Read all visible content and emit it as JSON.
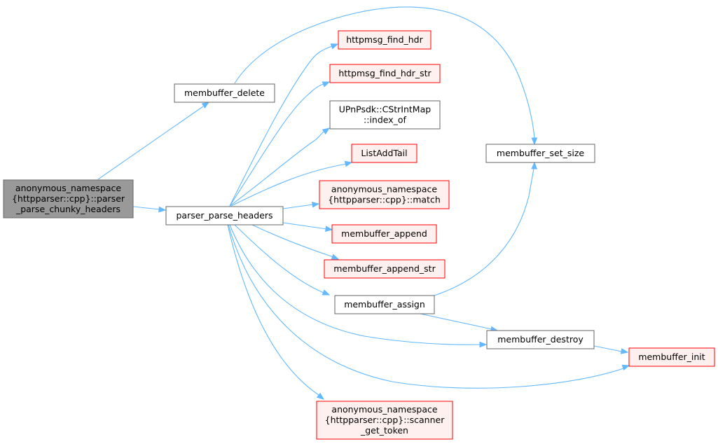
{
  "colors": {
    "edge": "#63b8ff",
    "root_fill": "#999999",
    "root_stroke": "#666666",
    "plain_fill": "#ffffff",
    "plain_stroke": "#666666",
    "ext_fill": "#fff0f0",
    "ext_stroke": "#ff0000"
  },
  "nodes": {
    "root": {
      "lines": [
        "anonymous_namespace",
        "{httpparser::cpp}::parser",
        "_parse_chunky_headers"
      ],
      "style": "root"
    },
    "membuffer_delete": {
      "lines": [
        "membuffer_delete"
      ],
      "style": "plain"
    },
    "parser_parse_headers": {
      "lines": [
        "parser_parse_headers"
      ],
      "style": "plain"
    },
    "httpmsg_find_hdr": {
      "lines": [
        "httpmsg_find_hdr"
      ],
      "style": "ext"
    },
    "httpmsg_find_hdr_str": {
      "lines": [
        "httpmsg_find_hdr_str"
      ],
      "style": "ext"
    },
    "cstrintmap_index_of": {
      "lines": [
        "UPnPsdk::CStrIntMap",
        "::index_of"
      ],
      "style": "plain"
    },
    "listaddtail": {
      "lines": [
        "ListAddTail"
      ],
      "style": "ext"
    },
    "match": {
      "lines": [
        "anonymous_namespace",
        "{httpparser::cpp}::match"
      ],
      "style": "ext"
    },
    "membuffer_append": {
      "lines": [
        "membuffer_append"
      ],
      "style": "ext"
    },
    "membuffer_append_str": {
      "lines": [
        "membuffer_append_str"
      ],
      "style": "ext"
    },
    "membuffer_assign": {
      "lines": [
        "membuffer_assign"
      ],
      "style": "plain"
    },
    "membuffer_set_size": {
      "lines": [
        "membuffer_set_size"
      ],
      "style": "plain"
    },
    "membuffer_destroy": {
      "lines": [
        "membuffer_destroy"
      ],
      "style": "plain"
    },
    "membuffer_init": {
      "lines": [
        "membuffer_init"
      ],
      "style": "ext"
    },
    "scanner_get_token": {
      "lines": [
        "anonymous_namespace",
        "{httpparser::cpp}::scanner",
        "_get_token"
      ],
      "style": "ext"
    }
  },
  "edges": [
    {
      "from": "root",
      "to": "membuffer_delete"
    },
    {
      "from": "root",
      "to": "parser_parse_headers"
    },
    {
      "from": "membuffer_delete",
      "to": "membuffer_set_size"
    },
    {
      "from": "parser_parse_headers",
      "to": "httpmsg_find_hdr"
    },
    {
      "from": "parser_parse_headers",
      "to": "httpmsg_find_hdr_str"
    },
    {
      "from": "parser_parse_headers",
      "to": "cstrintmap_index_of"
    },
    {
      "from": "parser_parse_headers",
      "to": "listaddtail"
    },
    {
      "from": "parser_parse_headers",
      "to": "match"
    },
    {
      "from": "parser_parse_headers",
      "to": "membuffer_append"
    },
    {
      "from": "parser_parse_headers",
      "to": "membuffer_append_str"
    },
    {
      "from": "parser_parse_headers",
      "to": "membuffer_assign"
    },
    {
      "from": "parser_parse_headers",
      "to": "membuffer_destroy"
    },
    {
      "from": "parser_parse_headers",
      "to": "membuffer_init"
    },
    {
      "from": "parser_parse_headers",
      "to": "scanner_get_token"
    },
    {
      "from": "membuffer_assign",
      "to": "membuffer_set_size"
    },
    {
      "from": "membuffer_assign",
      "to": "membuffer_destroy"
    },
    {
      "from": "membuffer_destroy",
      "to": "membuffer_init"
    }
  ]
}
